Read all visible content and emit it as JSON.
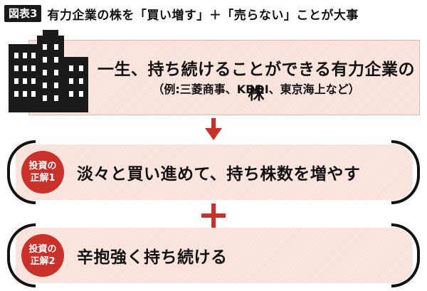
{
  "header": {
    "figure_label": "図表3",
    "title": "有力企業の株を「買い増す」＋「売らない」ことが大事"
  },
  "top_box": {
    "main_text": "一生、持ち続けることができる有力企業の株",
    "sub_text": "（例:三菱商事、KDDI、東京海上など）"
  },
  "answers": [
    {
      "badge_line1": "投資の",
      "badge_line2": "正解1",
      "text": "淡々と買い進めて、持ち株数を増やす"
    },
    {
      "badge_line1": "投資の",
      "badge_line2": "正解2",
      "text": "辛抱強く持ち続ける"
    }
  ],
  "colors": {
    "accent": "#c9312a",
    "box_fill": "#fde6df",
    "dark": "#1a1a1a"
  }
}
